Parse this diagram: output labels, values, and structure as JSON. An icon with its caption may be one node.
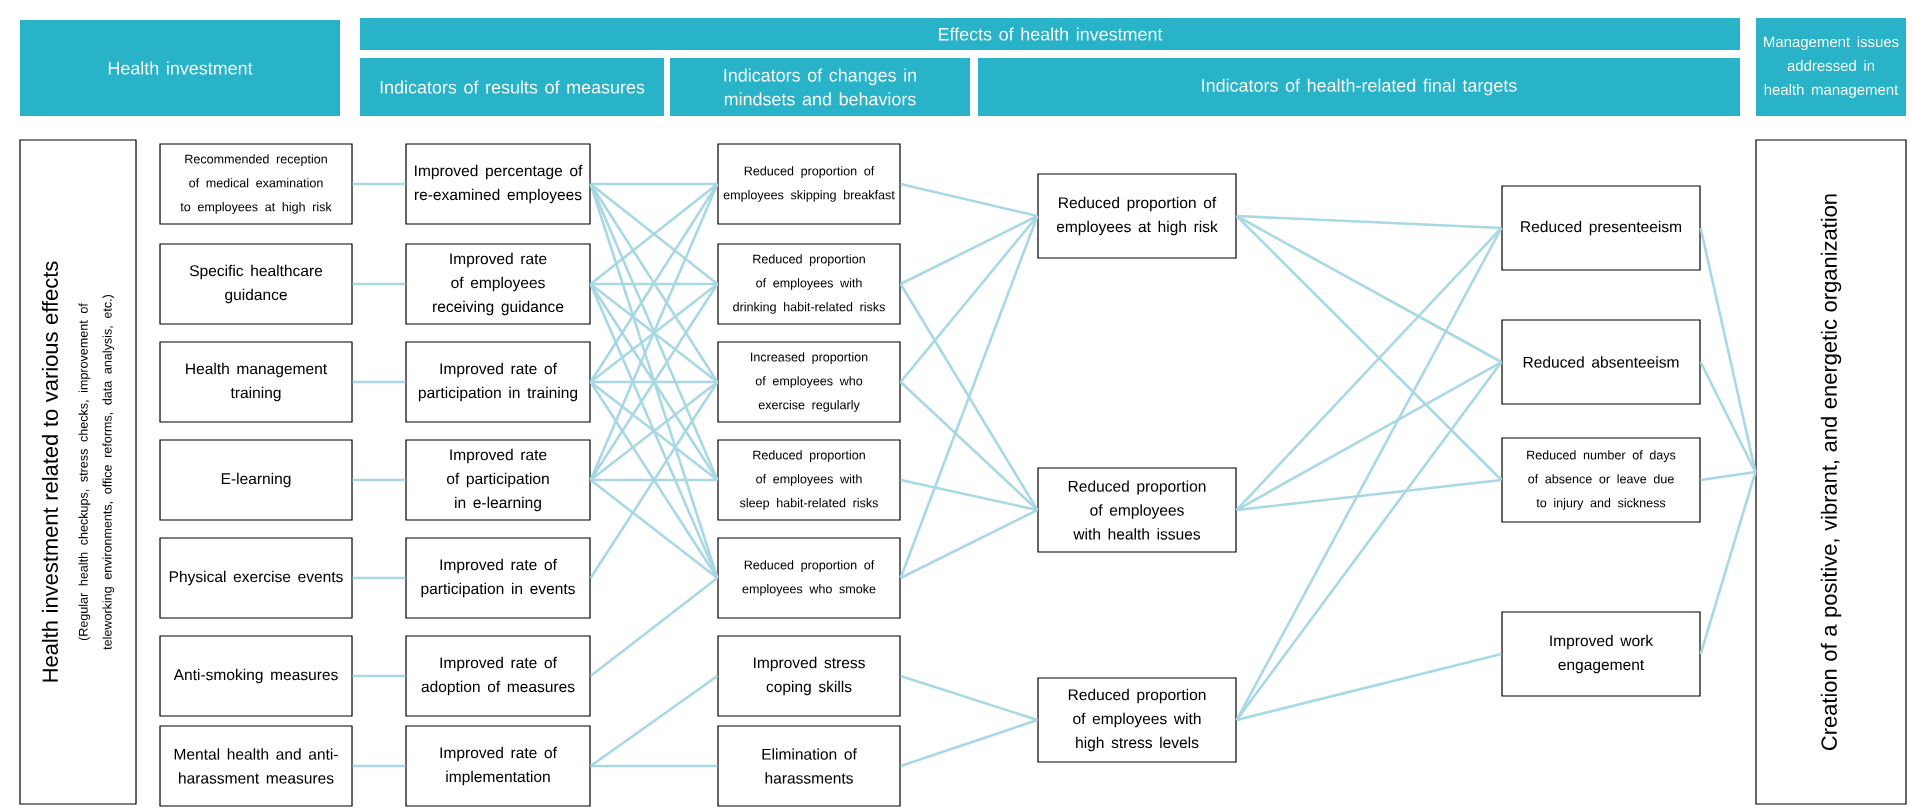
{
  "diagram": {
    "nodes": [
      {
        "text": [
          "Health investment"
        ]
      },
      {
        "text": [
          "Effects of health investment"
        ]
      },
      {
        "text": [
          "Indicators of results of measures"
        ]
      },
      {
        "text": [
          "Indicators of changes in mindsets and behaviors"
        ]
      },
      {
        "text": [
          "Indicators of health-related final targets"
        ]
      },
      {
        "text": [
          "Management issues addressed in health management"
        ]
      },
      {
        "text": [
          "Health investment related to various effects",
          "(Regular health checkups, stress checks, improvement of teleworking environments, office reforms, data analysis, etc.)"
        ]
      },
      {
        "text": [
          "Recommended reception of medical examination to employees at high risk"
        ]
      },
      {
        "text": [
          "Specific healthcare guidance"
        ]
      },
      {
        "text": [
          "Health management training"
        ]
      },
      {
        "text": [
          "E-learning"
        ]
      },
      {
        "text": [
          "Physical exercise events"
        ]
      },
      {
        "text": [
          "Anti-smoking measures"
        ]
      },
      {
        "text": [
          "Mental health and anti-harassment measures"
        ]
      },
      {
        "text": [
          "Improved percentage of re-examined employees"
        ]
      },
      {
        "text": [
          "Improved rate of employees receiving guidance"
        ]
      },
      {
        "text": [
          "Improved rate of participation in training"
        ]
      },
      {
        "text": [
          "Improved rate of participation in e-learning"
        ]
      },
      {
        "text": [
          "Improved rate of participation in events"
        ]
      },
      {
        "text": [
          "Improved rate of adoption of measures"
        ]
      },
      {
        "text": [
          "Improved rate of implementation"
        ]
      },
      {
        "text": [
          "Reduced proportion of employees skipping breakfast"
        ]
      },
      {
        "text": [
          "Reduced proportion of employees with drinking habit-related risks"
        ]
      },
      {
        "text": [
          "Increased proportion of employees who exercise regularly"
        ]
      },
      {
        "text": [
          "Reduced proportion of employees with sleep habit-related risks"
        ]
      },
      {
        "text": [
          "Reduced proportion of employees who smoke"
        ]
      },
      {
        "text": [
          "Improved stress coping skills"
        ]
      },
      {
        "text": [
          "Elimination of harassments"
        ]
      },
      {
        "text": [
          "Reduced proportion of employees at high risk"
        ]
      },
      {
        "text": [
          "Reduced proportion of employees with health issues"
        ]
      },
      {
        "text": [
          "Reduced proportion of employees with high stress levels"
        ]
      },
      {
        "text": [
          "Reduced presenteeism"
        ]
      },
      {
        "text": [
          "Reduced absenteeism"
        ]
      },
      {
        "text": [
          "Reduced number of days of absence or leave due to injury and sickness"
        ]
      },
      {
        "text": [
          "Improved work engagement"
        ]
      },
      {
        "text": [
          "Creation of a positive, vibrant, and energetic organization"
        ]
      }
    ],
    "edges": [
      {
        "from": 7,
        "to": 14,
        "arrow": "none"
      },
      {
        "from": 8,
        "to": 15,
        "arrow": "none"
      },
      {
        "from": 9,
        "to": 16,
        "arrow": "none"
      },
      {
        "from": 10,
        "to": 17,
        "arrow": "none"
      },
      {
        "from": 11,
        "to": 18,
        "arrow": "none"
      },
      {
        "from": 12,
        "to": 19,
        "arrow": "none"
      },
      {
        "from": 13,
        "to": 20,
        "arrow": "none"
      },
      {
        "from": 14,
        "to": 21,
        "arrow": "none"
      },
      {
        "from": 14,
        "to": 22,
        "arrow": "none"
      },
      {
        "from": 14,
        "to": 23,
        "arrow": "none"
      },
      {
        "from": 14,
        "to": 24,
        "arrow": "none"
      },
      {
        "from": 14,
        "to": 25,
        "arrow": "none"
      },
      {
        "from": 15,
        "to": 21,
        "arrow": "none"
      },
      {
        "from": 15,
        "to": 22,
        "arrow": "none"
      },
      {
        "from": 15,
        "to": 23,
        "arrow": "none"
      },
      {
        "from": 15,
        "to": 24,
        "arrow": "none"
      },
      {
        "from": 15,
        "to": 25,
        "arrow": "none"
      },
      {
        "from": 16,
        "to": 21,
        "arrow": "none"
      },
      {
        "from": 16,
        "to": 22,
        "arrow": "none"
      },
      {
        "from": 16,
        "to": 23,
        "arrow": "none"
      },
      {
        "from": 16,
        "to": 24,
        "arrow": "none"
      },
      {
        "from": 16,
        "to": 25,
        "arrow": "none"
      },
      {
        "from": 17,
        "to": 21,
        "arrow": "none"
      },
      {
        "from": 17,
        "to": 22,
        "arrow": "none"
      },
      {
        "from": 17,
        "to": 23,
        "arrow": "none"
      },
      {
        "from": 17,
        "to": 24,
        "arrow": "none"
      },
      {
        "from": 17,
        "to": 25,
        "arrow": "none"
      },
      {
        "from": 18,
        "to": 23,
        "arrow": "none"
      },
      {
        "from": 19,
        "to": 25,
        "arrow": "none"
      },
      {
        "from": 20,
        "to": 26,
        "arrow": "none"
      },
      {
        "from": 20,
        "to": 27,
        "arrow": "none"
      },
      {
        "from": 21,
        "to": 28,
        "arrow": "none"
      },
      {
        "from": 22,
        "to": 28,
        "arrow": "none"
      },
      {
        "from": 22,
        "to": 29,
        "arrow": "none"
      },
      {
        "from": 23,
        "to": 28,
        "arrow": "none"
      },
      {
        "from": 23,
        "to": 29,
        "arrow": "none"
      },
      {
        "from": 24,
        "to": 29,
        "arrow": "none"
      },
      {
        "from": 25,
        "to": 28,
        "arrow": "none"
      },
      {
        "from": 25,
        "to": 29,
        "arrow": "none"
      },
      {
        "from": 26,
        "to": 30,
        "arrow": "none"
      },
      {
        "from": 27,
        "to": 30,
        "arrow": "none"
      },
      {
        "from": 28,
        "to": 31,
        "arrow": "none"
      },
      {
        "from": 28,
        "to": 32,
        "arrow": "none"
      },
      {
        "from": 28,
        "to": 33,
        "arrow": "none"
      },
      {
        "from": 29,
        "to": 31,
        "arrow": "none"
      },
      {
        "from": 29,
        "to": 32,
        "arrow": "none"
      },
      {
        "from": 29,
        "to": 33,
        "arrow": "none"
      },
      {
        "from": 30,
        "to": 31,
        "arrow": "none"
      },
      {
        "from": 30,
        "to": 32,
        "arrow": "none"
      },
      {
        "from": 30,
        "to": 34,
        "arrow": "none"
      },
      {
        "from": 31,
        "to": 35,
        "arrow": "none"
      },
      {
        "from": 32,
        "to": 35,
        "arrow": "none"
      },
      {
        "from": 33,
        "to": 35,
        "arrow": "none"
      },
      {
        "from": 34,
        "to": 35,
        "arrow": "none"
      }
    ]
  }
}
